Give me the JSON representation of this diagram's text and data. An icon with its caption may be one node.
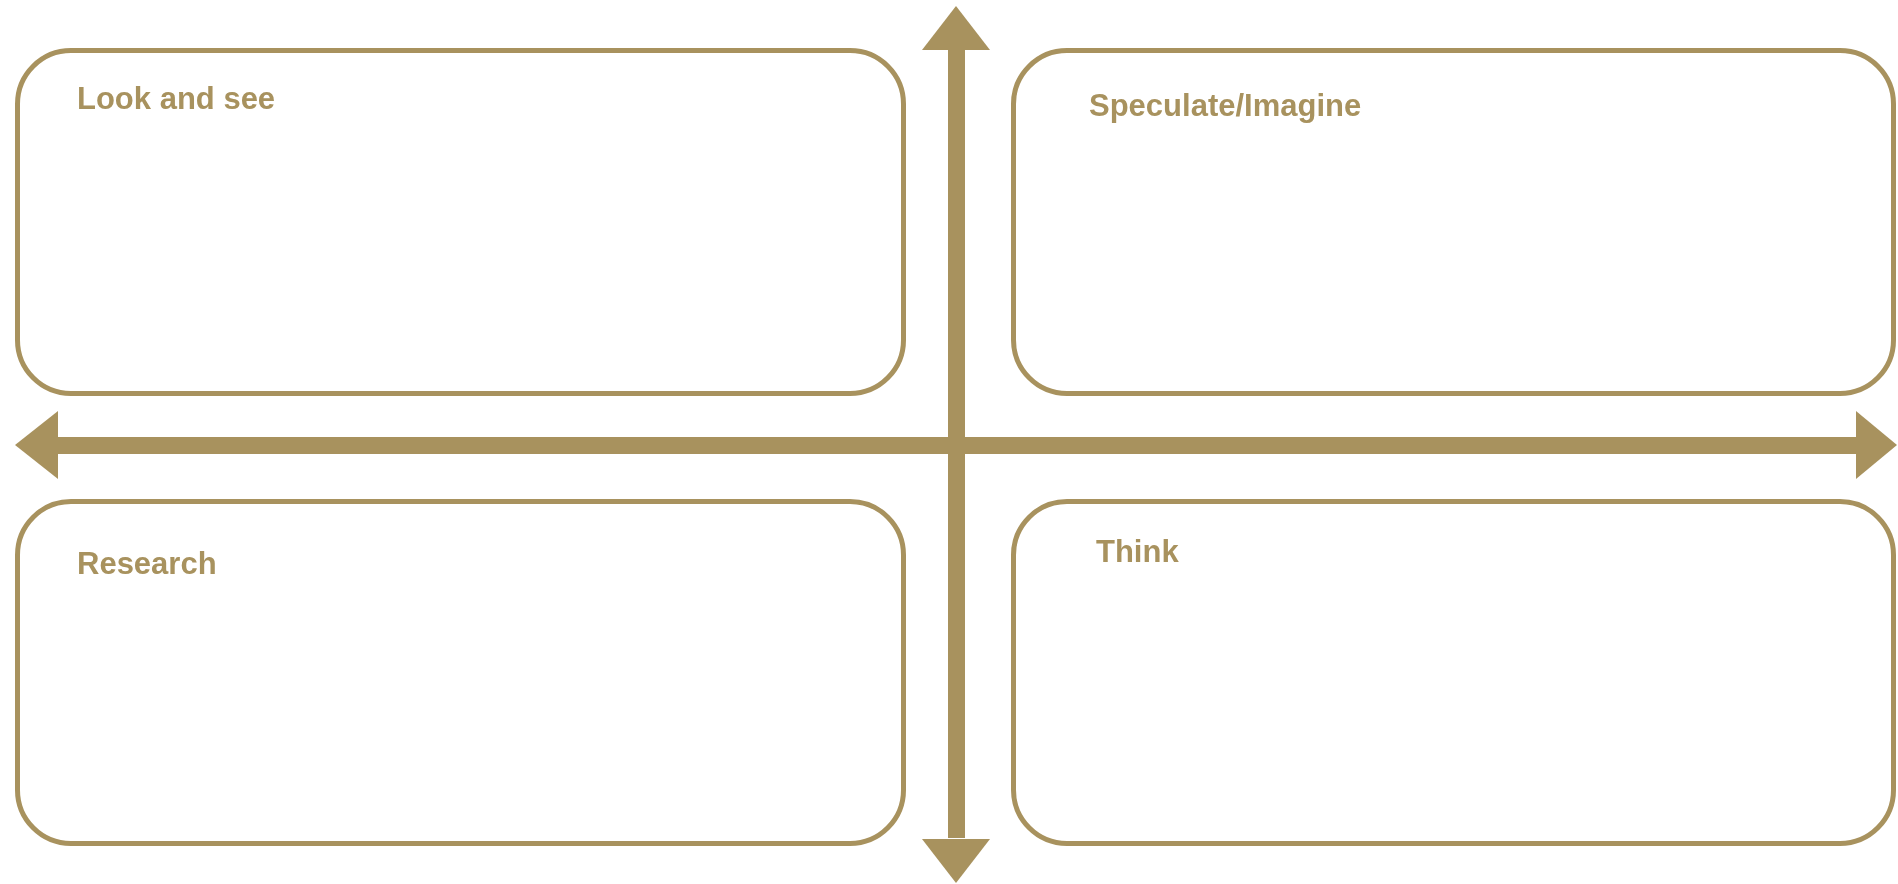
{
  "diagram": {
    "nodes": [
      {
        "text": [
          "Look and see"
        ]
      },
      {
        "text": [
          "Speculate/Imagine"
        ]
      },
      {
        "text": [
          "Research"
        ]
      },
      {
        "text": [
          "Think"
        ]
      }
    ]
  }
}
